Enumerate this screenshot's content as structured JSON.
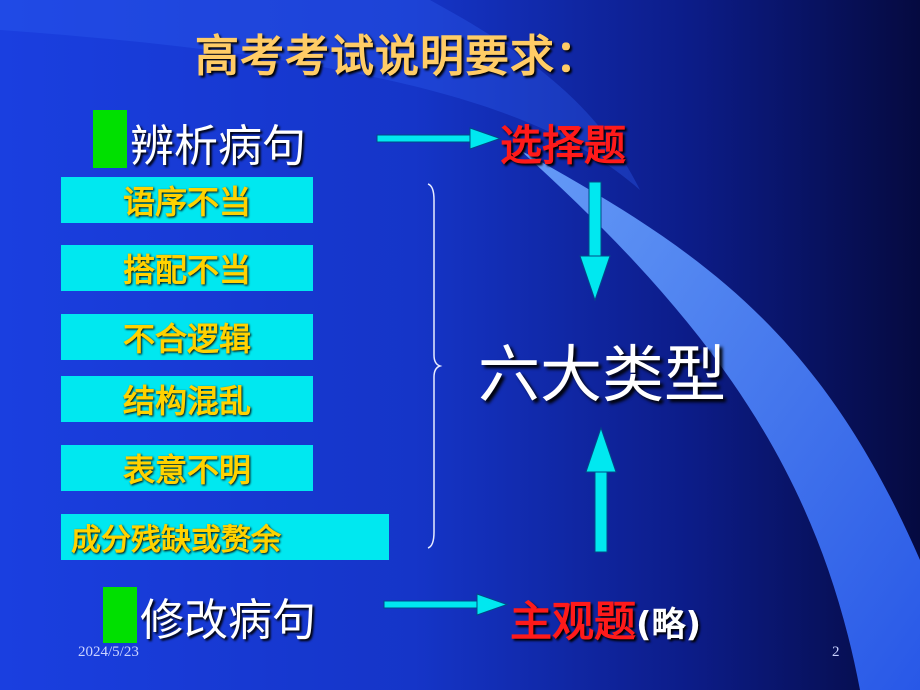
{
  "title": "高考考试说明要求：",
  "top_row": {
    "left": "辨析病句",
    "right": "选择题"
  },
  "bottom_row": {
    "left": "修改病句",
    "right": "主观题",
    "right_suffix": "(略)"
  },
  "types": [
    "语序不当",
    "搭配不当",
    "不合逻辑",
    "结构混乱",
    "表意不明",
    "成分残缺或赘余"
  ],
  "center_label": "六大类型",
  "footer": {
    "date": "2024/5/23",
    "page": "2"
  },
  "colors": {
    "bullet": "#00e000",
    "box_fill": "#00e8f0",
    "box_text": "#ffd200",
    "title": "#ffcc66",
    "red_label": "#ff1a1a",
    "arrow": "#00e8f0"
  }
}
